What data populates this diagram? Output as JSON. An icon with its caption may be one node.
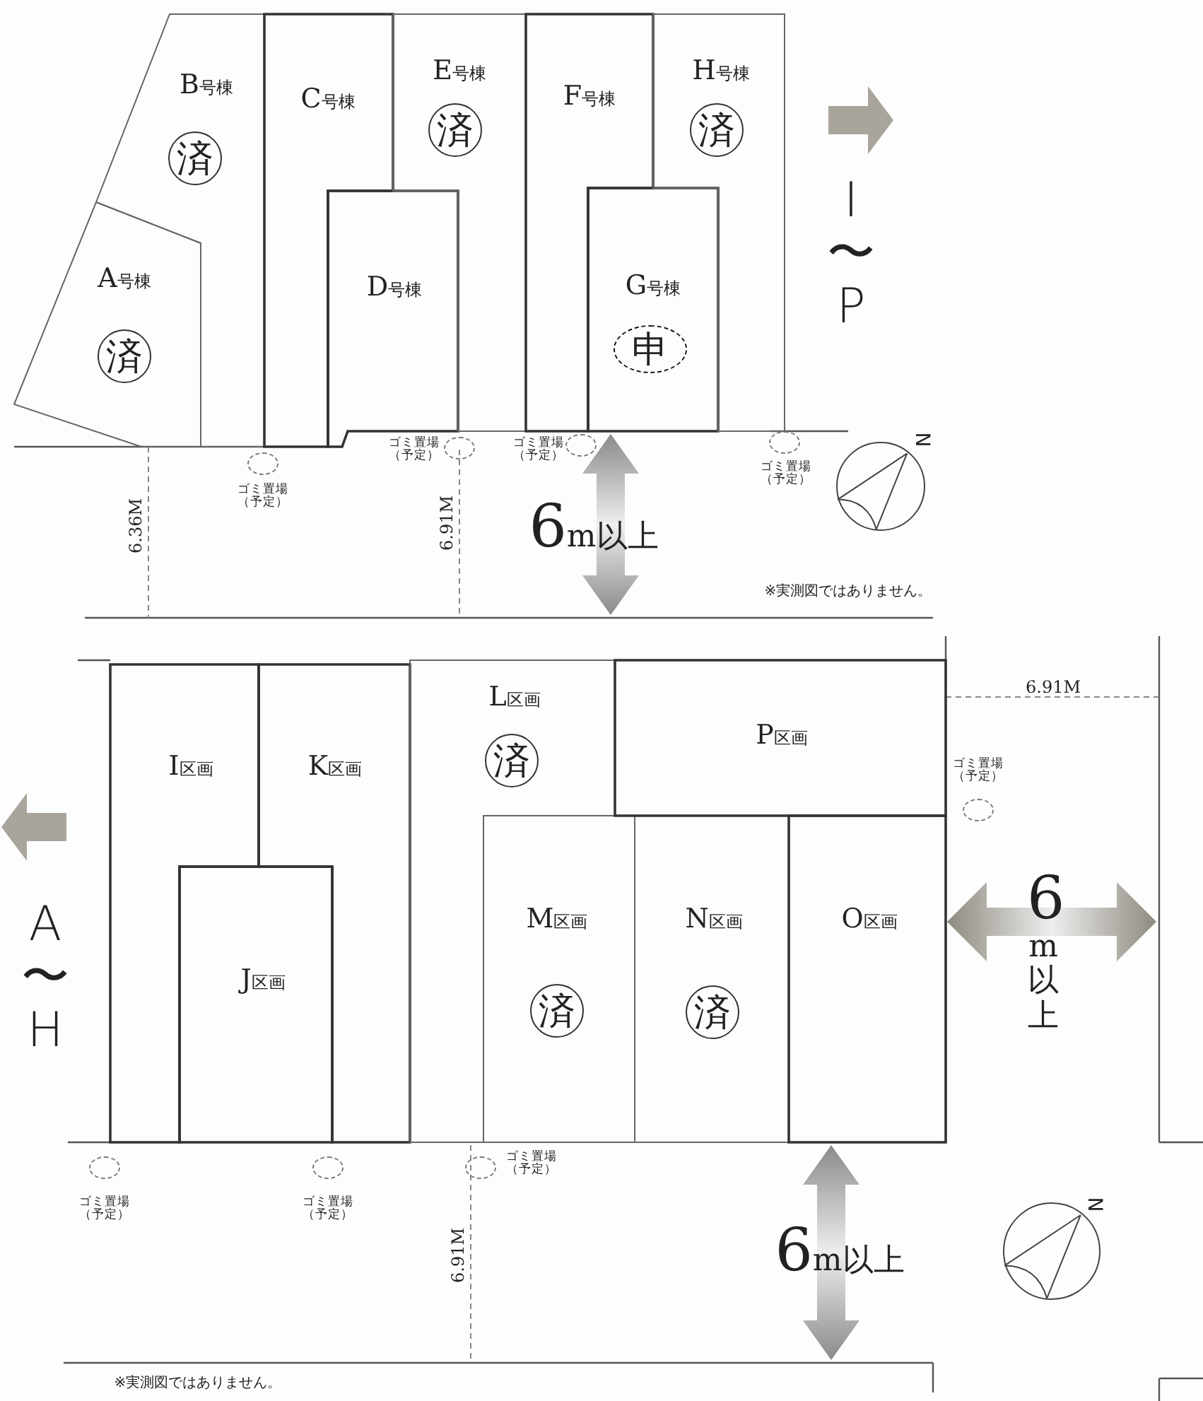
{
  "diagram": {
    "nodes": [
      {
        "text": [
          "A号棟",
          "済"
        ]
      },
      {
        "text": [
          "B号棟",
          "済"
        ]
      },
      {
        "text": [
          "C号棟"
        ]
      },
      {
        "text": [
          "D号棟"
        ]
      },
      {
        "text": [
          "E号棟",
          "済"
        ]
      },
      {
        "text": [
          "F号棟"
        ]
      },
      {
        "text": [
          "G号棟",
          "申"
        ]
      },
      {
        "text": [
          "H号棟",
          "済"
        ]
      },
      {
        "text": [
          "ゴミ置場（予定）"
        ]
      },
      {
        "text": [
          "ゴミ置場（予定）"
        ]
      },
      {
        "text": [
          "ゴミ置場（予定）"
        ]
      },
      {
        "text": [
          "ゴミ置場（予定）"
        ]
      },
      {
        "text": [
          "I区画"
        ]
      },
      {
        "text": [
          "J区画"
        ]
      },
      {
        "text": [
          "K区画"
        ]
      },
      {
        "text": [
          "L区画",
          "済"
        ]
      },
      {
        "text": [
          "M区画",
          "済"
        ]
      },
      {
        "text": [
          "N区画",
          "済"
        ]
      },
      {
        "text": [
          "O区画"
        ]
      },
      {
        "text": [
          "P区画"
        ]
      },
      {
        "text": [
          "ゴミ置場（予定）"
        ]
      },
      {
        "text": [
          "ゴミ置場（予定）"
        ]
      },
      {
        "text": [
          "ゴミ置場（予定）"
        ]
      },
      {
        "text": [
          "ゴミ置場（予定）"
        ]
      }
    ],
    "labels": [
      "I〜P",
      "6.36M",
      "6.91M",
      "6m以上",
      "N",
      "※実測図ではありません。",
      "6.91M",
      "A〜H",
      "6m以上",
      "6.91M",
      "6m以上",
      "N",
      "※実測図ではありません。"
    ]
  }
}
